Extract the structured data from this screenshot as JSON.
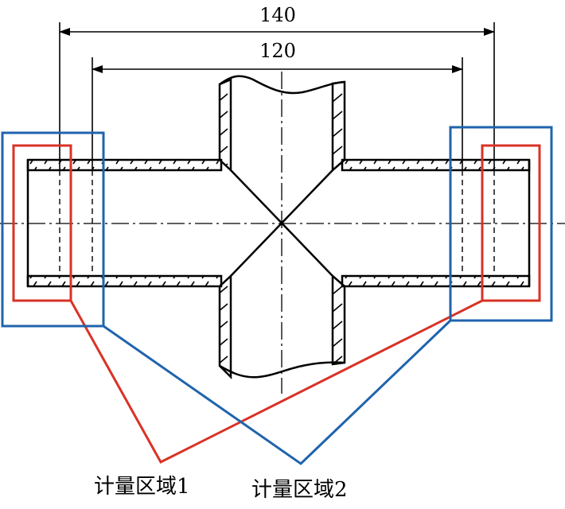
{
  "dimensions": {
    "outer": "140",
    "inner": "120"
  },
  "regions": [
    {
      "label": "计量区域1",
      "color": "#d93226"
    },
    {
      "label": "计量区域2",
      "color": "#1f64ad"
    }
  ],
  "colors": {
    "line": "#000000",
    "hatch": "#000000"
  }
}
